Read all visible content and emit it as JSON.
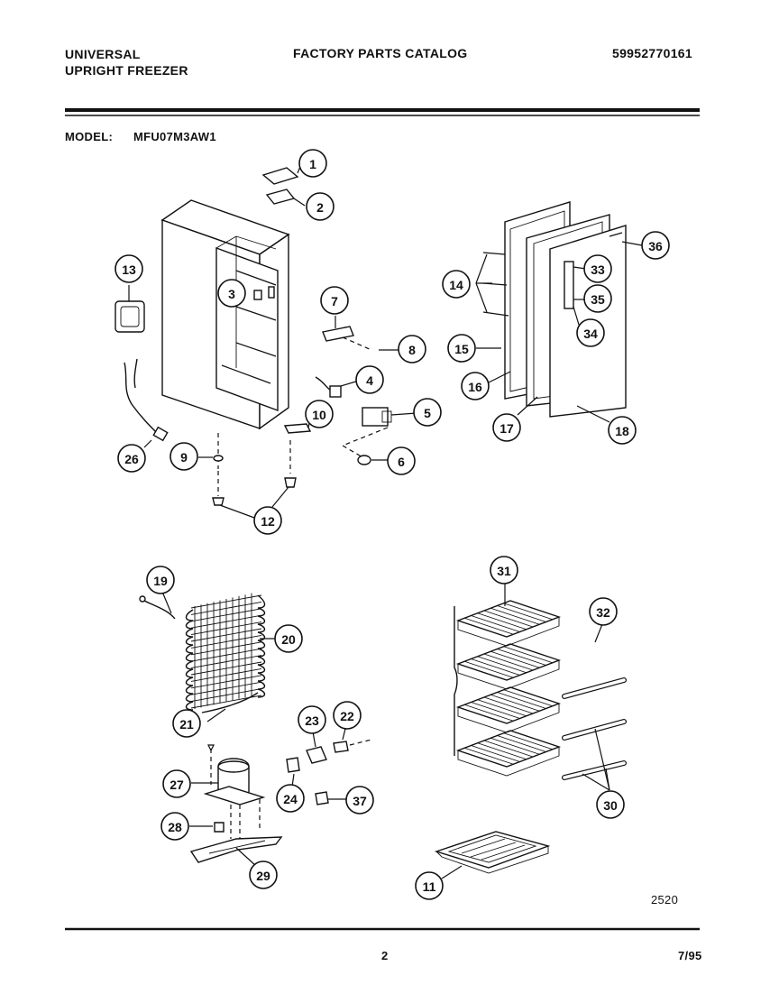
{
  "header": {
    "brand": "UNIVERSAL",
    "product": "UPRIGHT FREEZER",
    "catalog_title": "FACTORY PARTS CATALOG",
    "catalog_number": "59952770161",
    "model_label": "MODEL:",
    "model_number": "MFU07M3AW1"
  },
  "footer": {
    "page_number": "2",
    "date": "7/95",
    "diagram_code": "2520"
  },
  "callouts": [
    "1",
    "2",
    "3",
    "4",
    "5",
    "6",
    "7",
    "8",
    "9",
    "10",
    "11",
    "12",
    "13",
    "14",
    "15",
    "16",
    "17",
    "18",
    "19",
    "20",
    "21",
    "22",
    "23",
    "24",
    "26",
    "27",
    "28",
    "29",
    "30",
    "31",
    "32",
    "33",
    "34",
    "35",
    "36",
    "37"
  ]
}
